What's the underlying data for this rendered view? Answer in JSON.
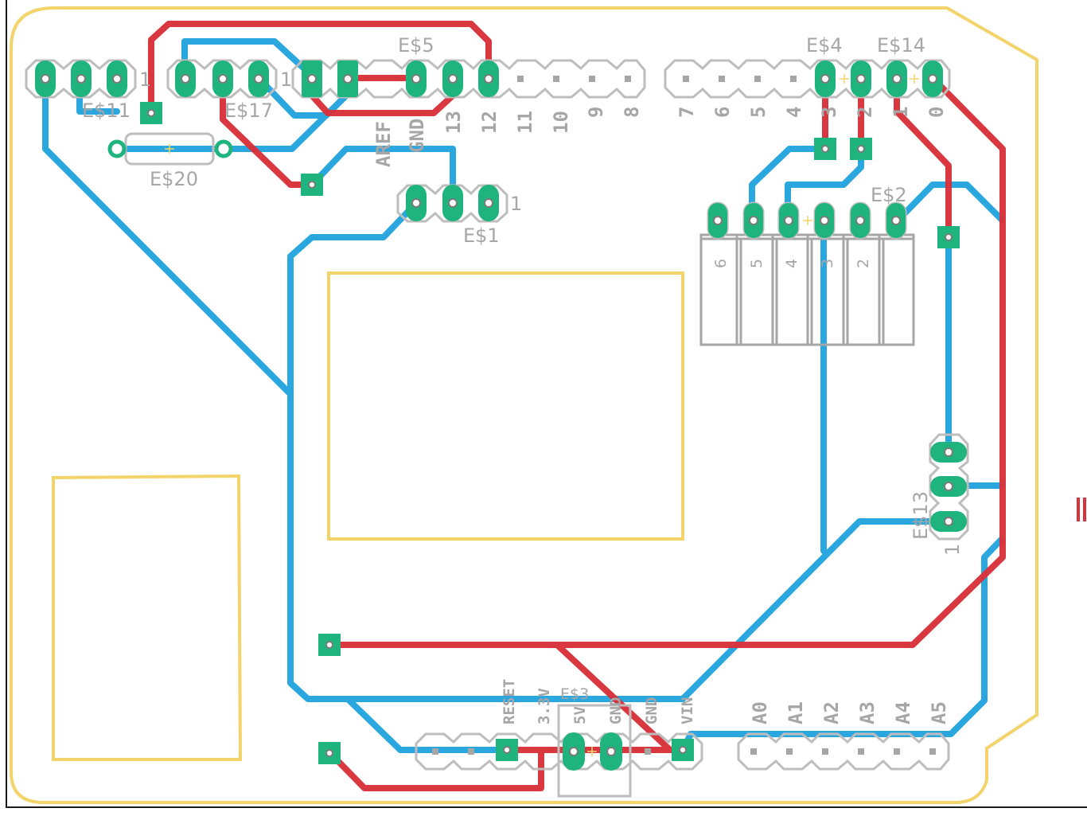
{
  "colors": {
    "board_outline": "#f2d46b",
    "top_trace": "#d8323a",
    "bottom_trace": "#2aa7de",
    "pad": "#1fb37e",
    "silkscreen": "#a6a6a6",
    "frame": "#1a1a1a"
  },
  "labels": {
    "e5": "E$5",
    "e4": "E$4",
    "e14": "E$14",
    "e11": "E$11",
    "e17": "E$17",
    "e20": "E$20",
    "e1": "E$1",
    "e2": "E$2",
    "e13": "E$13",
    "e3": "E$3",
    "one": "1",
    "aref": "AREF",
    "gnd": "GND",
    "d13": "13",
    "d12": "12",
    "d11": "11",
    "d10": "10",
    "d9": "9",
    "d8": "8",
    "d7": "7",
    "d6": "6",
    "d5": "5",
    "d4": "4",
    "d3": "3",
    "d2": "2",
    "d1": "1",
    "d0": "0",
    "reset": "RESET",
    "v33": "3.3V",
    "v5": "5V",
    "vin": "VIN",
    "a0": "A0",
    "a1": "A1",
    "a2": "A2",
    "a3": "A3",
    "a4": "A4",
    "a5": "A5",
    "sw6": "6",
    "sw5": "5",
    "sw4": "4",
    "sw3": "3",
    "sw2": "2"
  }
}
